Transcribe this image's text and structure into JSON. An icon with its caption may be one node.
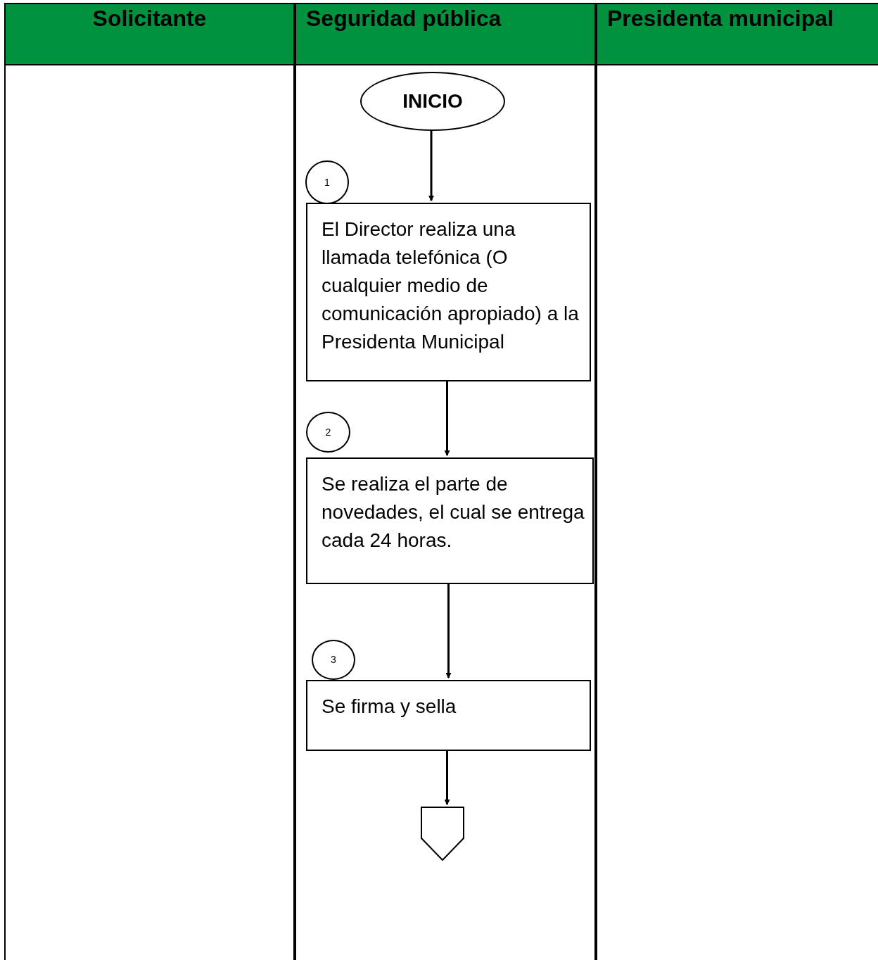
{
  "diagram": {
    "nodes": [
      {
        "text": [
          "Solicitante"
        ]
      },
      {
        "text": [
          "Seguridad pública"
        ]
      },
      {
        "text": [
          "Presidenta municipal"
        ]
      },
      {
        "text": [
          "INICIO"
        ],
        "in": 1
      },
      {
        "text": [
          "1"
        ],
        "in": 1
      },
      {
        "text": [
          "El Director realiza una llamada telefónica (O cualquier medio de comunicación apropiado) a la Presidenta Municipal"
        ],
        "in": 1
      },
      {
        "text": [
          "2"
        ],
        "in": 1
      },
      {
        "text": [
          "Se realiza el parte de novedades, el cual se entrega cada 24 horas."
        ],
        "in": 1
      },
      {
        "text": [
          "3"
        ],
        "in": 1
      },
      {
        "text": [
          "Se firma y sella"
        ],
        "in": 1
      },
      {
        "text": [],
        "shape": "pentagon",
        "in": 1
      }
    ],
    "edges": [
      {
        "from": 3,
        "to": 5,
        "arrow": "to"
      },
      {
        "from": 5,
        "to": 7,
        "arrow": "to"
      },
      {
        "from": 7,
        "to": 9,
        "arrow": "to"
      },
      {
        "from": 9,
        "to": 10,
        "arrow": "to"
      }
    ]
  }
}
